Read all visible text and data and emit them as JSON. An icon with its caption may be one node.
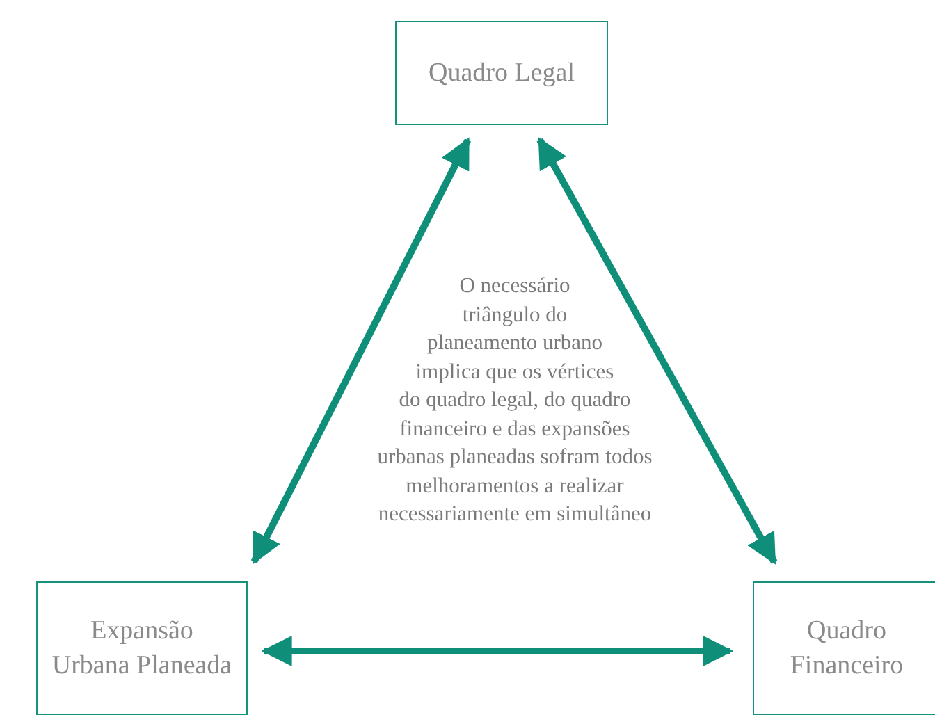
{
  "diagram": {
    "nodes": [
      {
        "text": [
          "Quadro Legal"
        ]
      },
      {
        "text": [
          "Expansão Urbana Planeada"
        ]
      },
      {
        "text": [
          "Quadro Financeiro"
        ]
      }
    ],
    "edges": [
      {
        "from": 0,
        "to": 1,
        "arrow": "both"
      },
      {
        "from": 0,
        "to": 2,
        "arrow": "both"
      },
      {
        "from": 1,
        "to": 2,
        "arrow": "both"
      }
    ],
    "labels": [
      "O necessário triângulo do planeamento urbano implica que os vértices do quadro legal, do quadro financeiro e das expansões urbanas planeadas sofram todos melhoramentos a realizar necessariamente em simultâneo"
    ]
  }
}
